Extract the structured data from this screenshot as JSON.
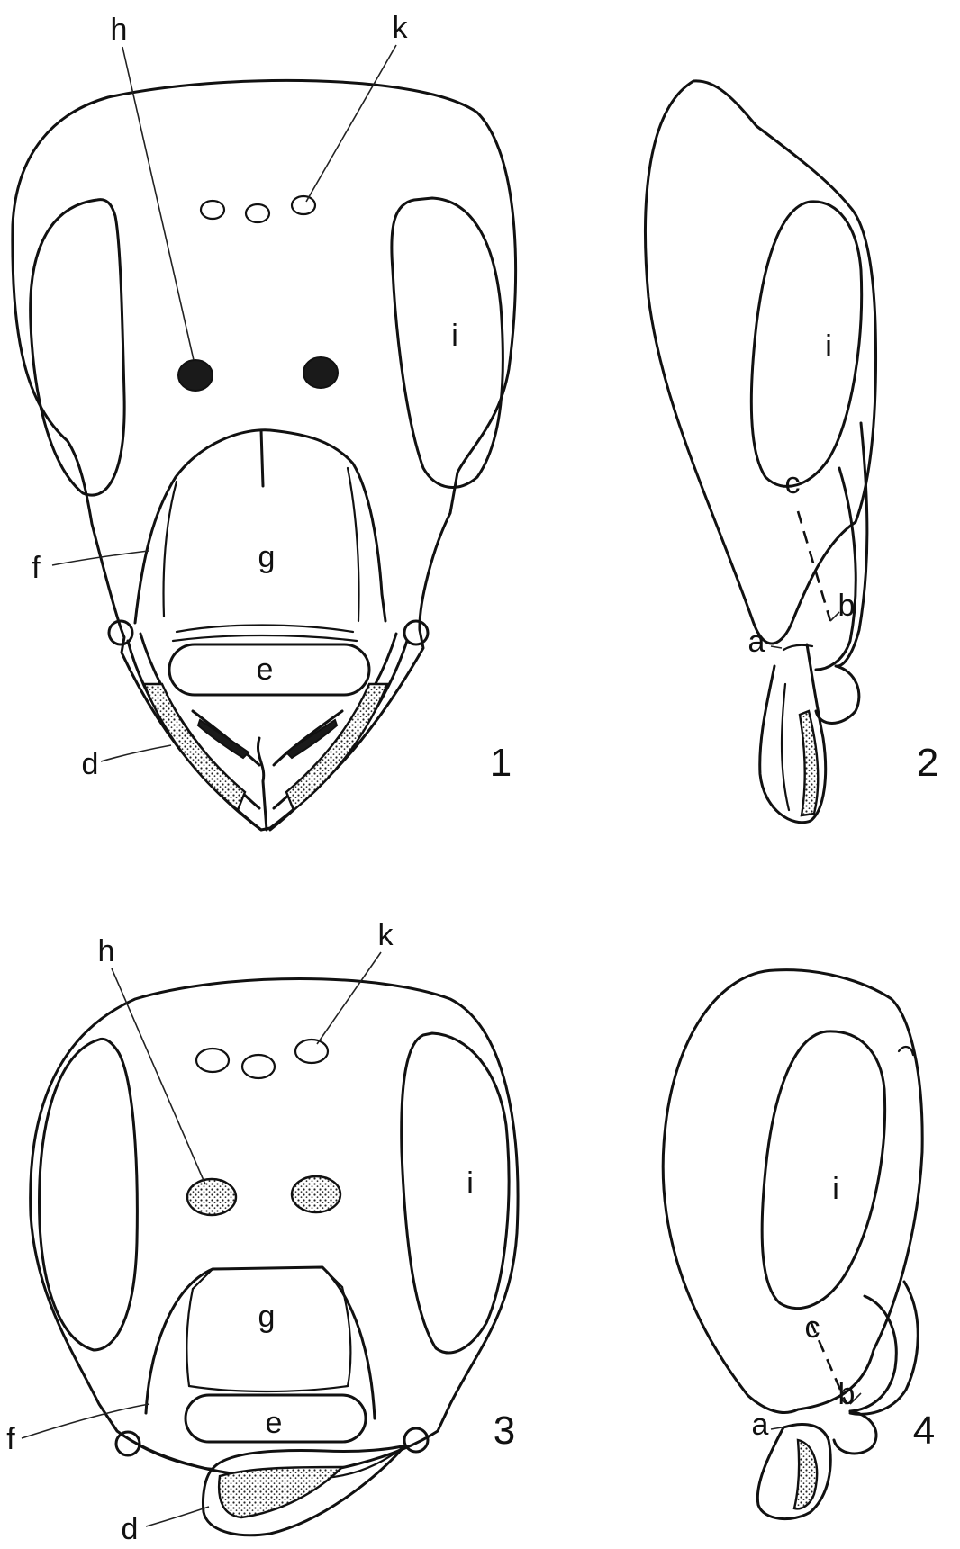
{
  "figures": [
    {
      "number": "1",
      "labels": {
        "h": "h",
        "k": "k",
        "i": "i",
        "g": "g",
        "f": "f",
        "e": "e",
        "d": "d"
      }
    },
    {
      "number": "2",
      "labels": {
        "i": "i",
        "c": "c",
        "b": "b",
        "a": "a"
      }
    },
    {
      "number": "3",
      "labels": {
        "h": "h",
        "k": "k",
        "i": "i",
        "g": "g",
        "f": "f",
        "e": "e",
        "d": "d"
      }
    },
    {
      "number": "4",
      "labels": {
        "i": "i",
        "c": "c",
        "b": "b",
        "a": "a"
      }
    }
  ]
}
